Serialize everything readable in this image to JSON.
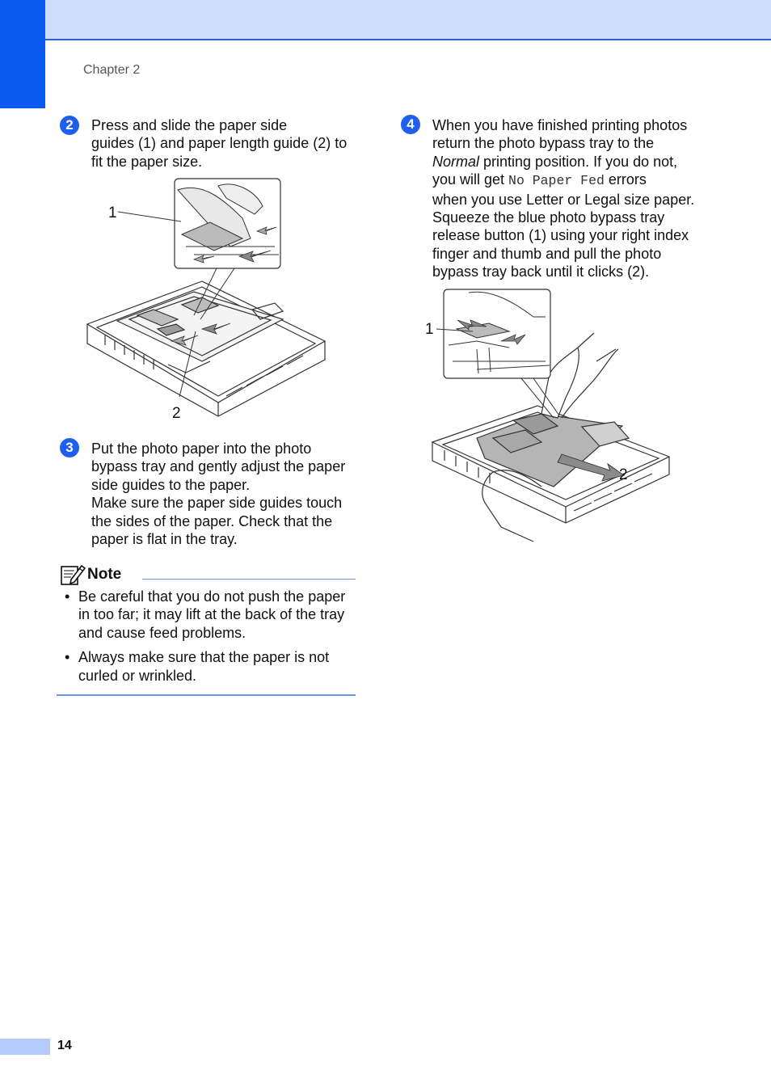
{
  "header": {
    "chapter": "Chapter 2"
  },
  "steps": [
    {
      "number": "2",
      "lines": [
        "Press and slide the paper side",
        "guides (1) and paper length guide (2) to",
        "fit the paper size."
      ]
    },
    {
      "number": "3",
      "lines": [
        "Put the photo paper into the photo",
        "bypass tray and gently adjust the paper",
        "side guides to the paper.",
        "Make sure the paper side guides touch",
        "the sides of the paper. Check that the",
        "paper is flat in the tray."
      ]
    },
    {
      "number": "4",
      "line1": "When you have finished printing photos",
      "line2": "return the photo bypass tray to the",
      "line3_italic": "Normal",
      "line3_rest": " printing position. If you do not,",
      "line4_pre": "you will get ",
      "line4_code": "No Paper Fed",
      "line4_post": " errors",
      "rest": [
        "when you use Letter or Legal size paper.",
        "Squeeze the blue photo bypass tray",
        "release button (1) using your right index",
        "finger and thumb and pull the photo",
        "bypass tray back until it clicks (2)."
      ]
    }
  ],
  "figures": {
    "fig1": {
      "label_1": "1",
      "label_2": "2"
    },
    "fig2": {
      "label_1": "1",
      "label_2": "2"
    }
  },
  "note": {
    "title": "Note",
    "bullet": "•",
    "items": [
      [
        "Be careful that you do not push the paper",
        "in too far; it may lift at the back of the tray",
        "and cause feed problems."
      ],
      [
        "Always make sure that the paper is not",
        "curled or wrinkled."
      ]
    ]
  },
  "footer": {
    "page_number": "14"
  }
}
